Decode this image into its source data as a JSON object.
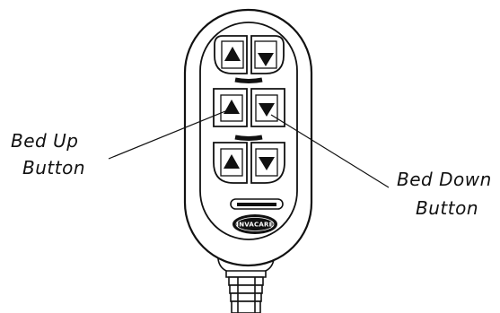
{
  "callouts": {
    "bed_up": {
      "line1": "Bed Up",
      "line2": "Button"
    },
    "bed_down": {
      "line1": "Bed Down",
      "line2": "Button"
    }
  },
  "buttons": [
    {
      "row": 1,
      "left": "up-arrow",
      "right": "down-arrow"
    },
    {
      "row": 2,
      "left": "up-arrow",
      "right": "down-arrow"
    },
    {
      "row": 3,
      "left": "up-arrow",
      "right": "down-arrow"
    }
  ],
  "logo": {
    "text": "INVACARE"
  },
  "colors": {
    "ink": "#111111",
    "background": "#ffffff"
  }
}
